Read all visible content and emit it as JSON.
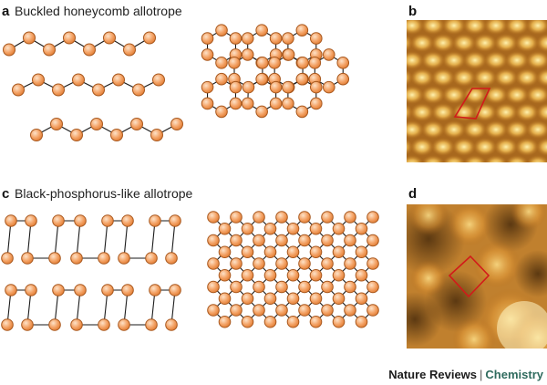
{
  "panels": {
    "a": {
      "label": "a",
      "title": "Buckled honeycomb allotrope"
    },
    "b": {
      "label": "b"
    },
    "c": {
      "label": "c",
      "title": "Black-phosphorus-like allotrope"
    },
    "d": {
      "label": "d"
    }
  },
  "footer": {
    "journal": "Nature Reviews",
    "separator": "|",
    "subject": "Chemistry"
  },
  "colors": {
    "atom_light": "#fde2c8",
    "atom_dark": "#e07a30",
    "bond": "#1a1a1a",
    "unit_cell": "#d21a1a",
    "stm_dark": "#3a2108",
    "stm_bright": "#fff0a8"
  }
}
